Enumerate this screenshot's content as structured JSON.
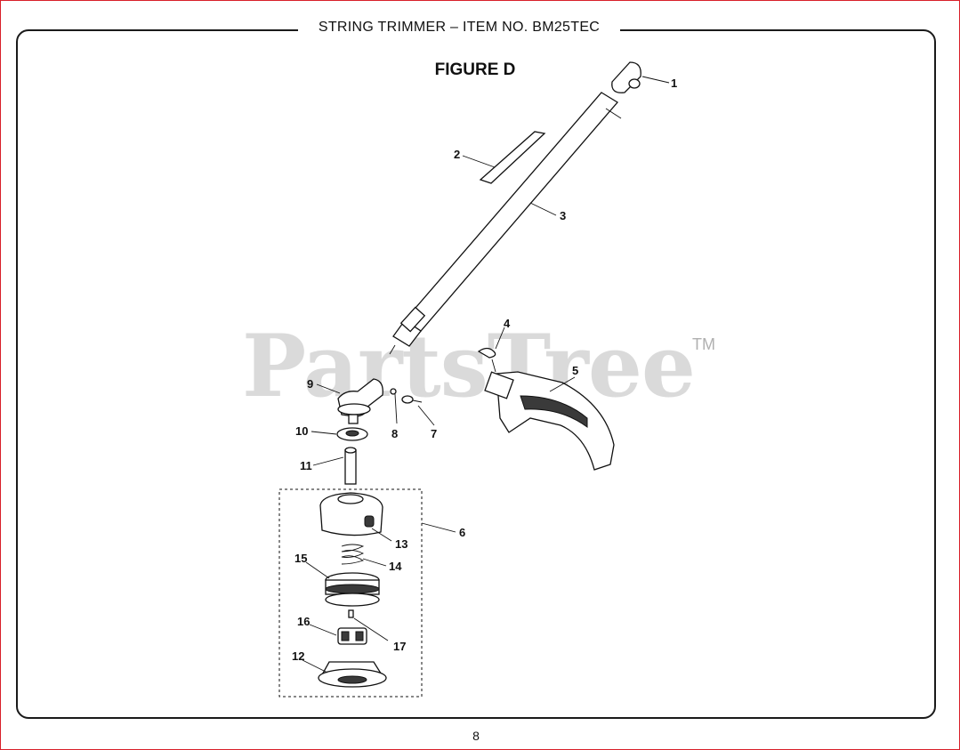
{
  "header": {
    "title": "STRING TRIMMER – ITEM NO. BM25TEC"
  },
  "figure": {
    "title": "FIGURE D"
  },
  "watermark": {
    "text": "PartsTree",
    "trademark": "TM"
  },
  "callouts": {
    "c1": "1",
    "c2": "2",
    "c3": "3",
    "c4": "4",
    "c5": "5",
    "c6": "6",
    "c7": "7",
    "c8": "8",
    "c9": "9",
    "c10": "10",
    "c11": "11",
    "c12": "12",
    "c13": "13",
    "c14": "14",
    "c15": "15",
    "c16": "16",
    "c17": "17"
  },
  "footer": {
    "page_number": "8"
  },
  "colors": {
    "border_accent": "#d8202a",
    "line": "#111111",
    "watermark": "#bcbcbc"
  }
}
